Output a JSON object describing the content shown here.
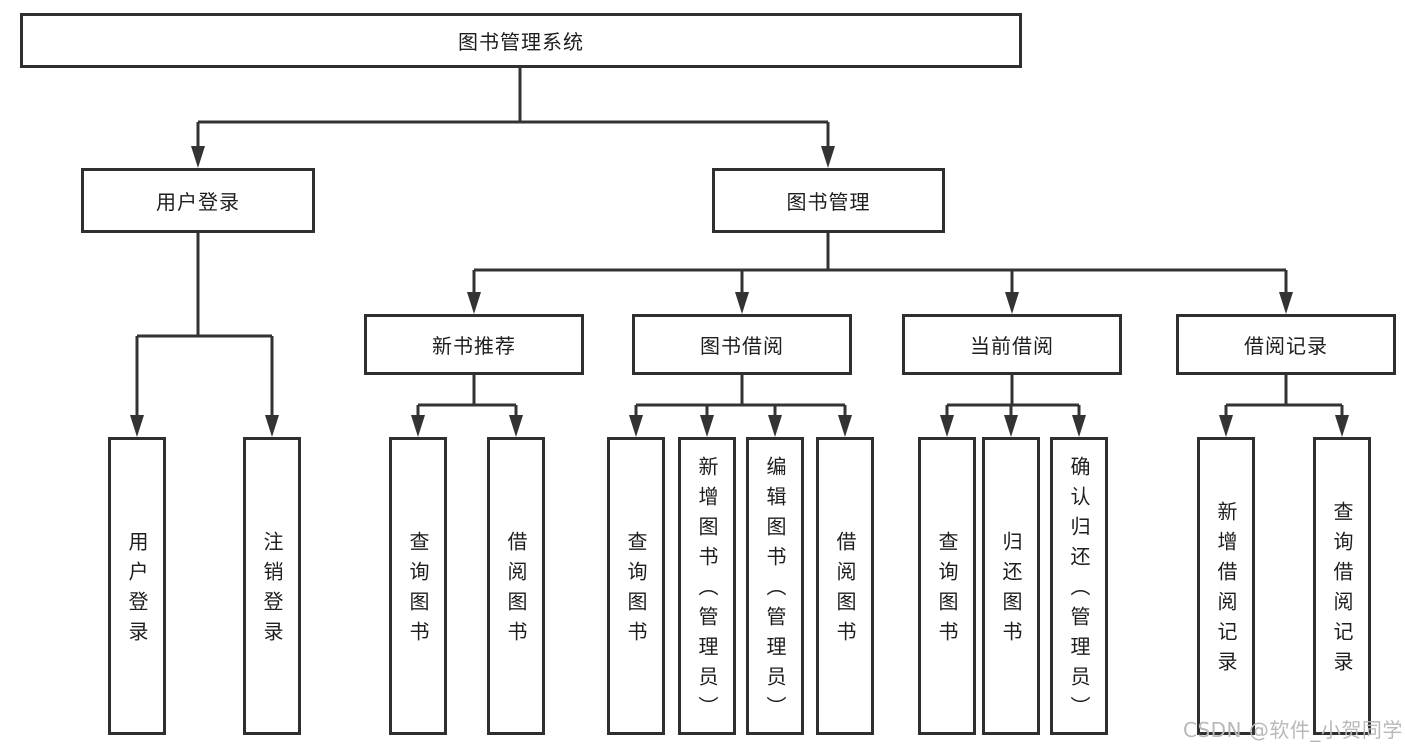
{
  "diagram": {
    "title": "图书管理系统",
    "colors": {
      "line": "#333333",
      "box_border": "#2f2f2f",
      "text": "#1e1e1e",
      "background": "#ffffff",
      "watermark_text_color": "#b9b9b9"
    },
    "nodes": {
      "root": {
        "label": "图书管理系统"
      },
      "level2": {
        "user_login": {
          "label": "用户登录"
        },
        "book_management": {
          "label": "图书管理"
        }
      },
      "level3": {
        "new_book_recommend": {
          "label": "新书推荐"
        },
        "book_borrow": {
          "label": "图书借阅"
        },
        "current_borrow": {
          "label": "当前借阅"
        },
        "borrow_records": {
          "label": "借阅记录"
        }
      },
      "leaves": {
        "user_login_group": {
          "user_login": {
            "label": "用户登录"
          },
          "logout": {
            "label": "注销登录"
          }
        },
        "new_book_group": {
          "query_book": {
            "label": "查询图书"
          },
          "borrow_book": {
            "label": "借阅图书"
          }
        },
        "borrow_group": {
          "query_book": {
            "label": "查询图书"
          },
          "add_book": {
            "label": "新增图书（管理员）"
          },
          "edit_book": {
            "label": "编辑图书（管理员）"
          },
          "borrow_book": {
            "label": "借阅图书"
          }
        },
        "current_group": {
          "query_book": {
            "label": "查询图书"
          },
          "return_book": {
            "label": "归还图书"
          },
          "confirm_return": {
            "label": "确认归还（管理员）"
          }
        },
        "record_group": {
          "add_record": {
            "label": "新增借阅记录"
          },
          "query_record": {
            "label": "查询借阅记录"
          }
        }
      }
    },
    "watermark": {
      "text": "CSDN @软件_小贺同学"
    }
  }
}
